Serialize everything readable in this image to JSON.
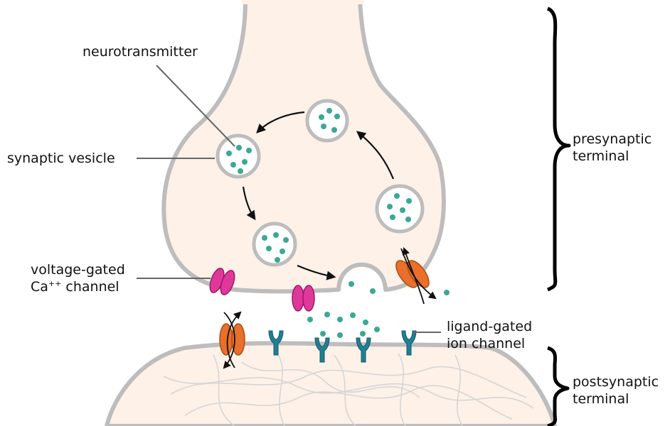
{
  "labels": {
    "neurotransmitter": "neurotransmitter",
    "synaptic_vesicle": "synaptic vesicle",
    "voltage_gated_line1": "voltage-gated",
    "voltage_gated_line2_prefix": "Ca",
    "voltage_gated_line2_sup": "++",
    "voltage_gated_line2_suffix": " channel",
    "ligand_gated_line1": "ligand-gated",
    "ligand_gated_line2": "ion channel",
    "presynaptic_line1": "presynaptic",
    "presynaptic_line2": "terminal",
    "postsynaptic_line1": "postsynaptic",
    "postsynaptic_line2": "terminal"
  },
  "colors": {
    "cell_fill": "#fdf1e8",
    "membrane": "#bdbdbd",
    "vesicle_fill": "#ffffff",
    "neurotransmitter": "#3aa897",
    "calcium_channel": "#e0389a",
    "ion_channel": "#e8702a",
    "receptor": "#1f7f94",
    "fibers": "#d6d6d6",
    "arrow": "#111111",
    "leader_line": "#666666"
  },
  "icons": {
    "calcium_channel": "magenta-twin-lobes",
    "ion_channel": "orange-twin-lobes-with-arrows",
    "receptor": "teal-y-receptor",
    "bracket": "curly-brace-right"
  }
}
